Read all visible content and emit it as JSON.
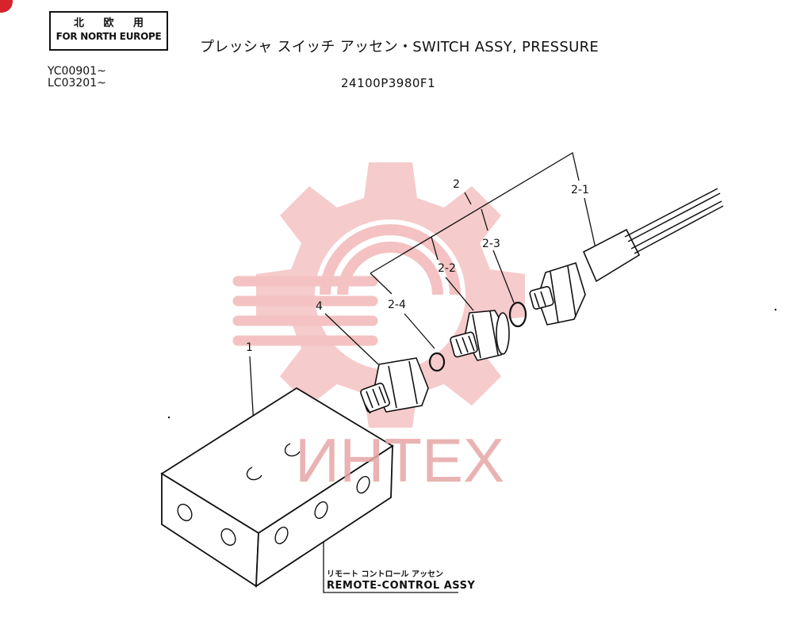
{
  "header": {
    "region_label_jp": "北 欧 用",
    "region_label_en": "FOR NORTH EUROPE",
    "title": "プレッシャ スイッチ アッセン・SWITCH ASSY, PRESSURE",
    "serials": [
      "YC00901~",
      "LC03201~"
    ],
    "part_number": "24100P3980F1"
  },
  "callouts": {
    "c1": "1",
    "c2": "2",
    "c2_1": "2-1",
    "c2_2": "2-2",
    "c2_3": "2-3",
    "c2_4": "2-4",
    "c4": "4"
  },
  "remote_control": {
    "label_jp": "リモート コントロール アッセン",
    "label_en": "REMOTE-CONTROL ASSY"
  },
  "watermark": {
    "text": "ИНТЕХ",
    "color": "#e9a3a3"
  },
  "colors": {
    "line": "#111111",
    "watermark_red": "#f2b9b9",
    "corner_dot": "#d8232a"
  }
}
